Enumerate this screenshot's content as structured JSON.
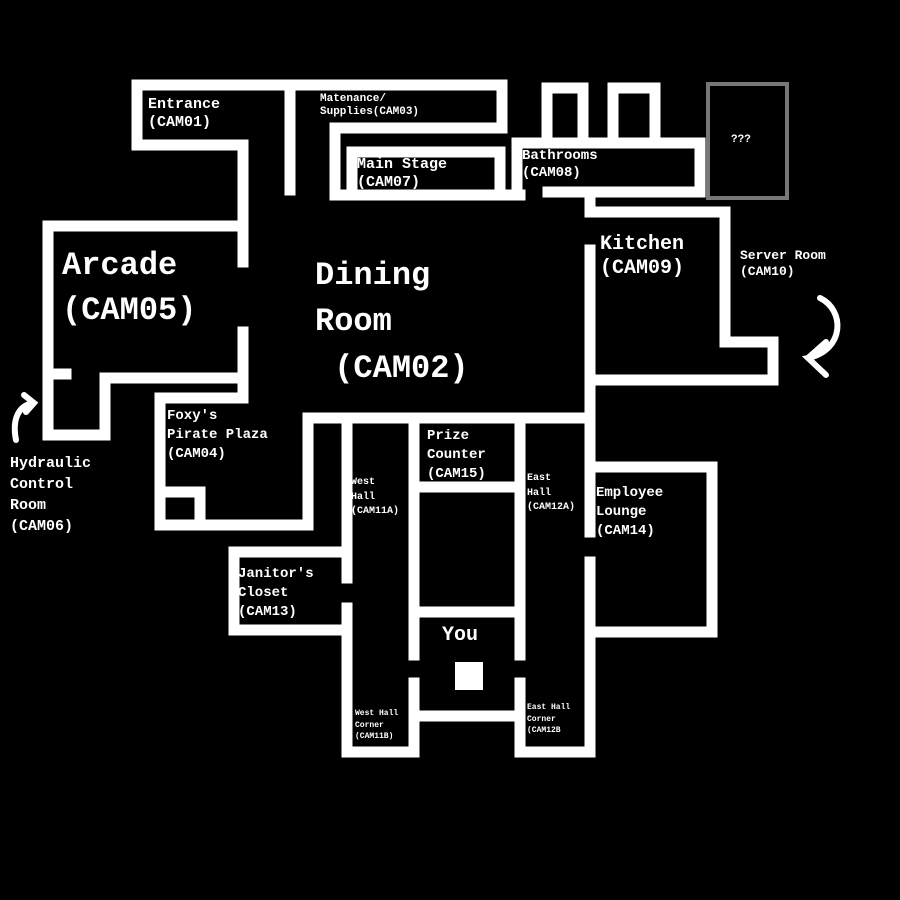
{
  "title": "Pizzeria Camera Map",
  "colors": {
    "background": "#000000",
    "wall": "#ffffff",
    "unknown_room_border": "#777777"
  },
  "rooms": {
    "entrance": [
      "Entrance",
      "(CAM01)"
    ],
    "maintenance": [
      "Matenance/",
      "Supplies(CAM03)"
    ],
    "main_stage": [
      "Main Stage",
      "(CAM07)"
    ],
    "bathrooms": [
      "Bathrooms",
      "(CAM08)"
    ],
    "unknown": [
      "???"
    ],
    "arcade": [
      "Arcade",
      "(CAM05)"
    ],
    "dining": [
      "Dining",
      "Room",
      " (CAM02)"
    ],
    "kitchen": [
      "Kitchen",
      "(CAM09)"
    ],
    "server_room": [
      "Server Room",
      "(CAM10)"
    ],
    "hydraulic": [
      "Hydraulic",
      "Control",
      "Room",
      "(CAM06)"
    ],
    "foxy": [
      "Foxy's",
      "Pirate Plaza",
      "(CAM04)"
    ],
    "prize": [
      "Prize",
      "Counter",
      "(CAM15)"
    ],
    "west_hall": [
      "West",
      "Hall",
      "(CAM11A)"
    ],
    "east_hall": [
      "East",
      "Hall",
      "(CAM12A)"
    ],
    "employee": [
      "Employee",
      "Lounge",
      "(CAM14)"
    ],
    "janitor": [
      "Janitor's",
      "Closet",
      "(CAM13)"
    ],
    "you": [
      "You"
    ],
    "west_corner": [
      "West Hall",
      "Corner",
      "(CAM11B)"
    ],
    "east_corner": [
      "East Hall",
      "Corner",
      "(CAM12B"
    ]
  }
}
